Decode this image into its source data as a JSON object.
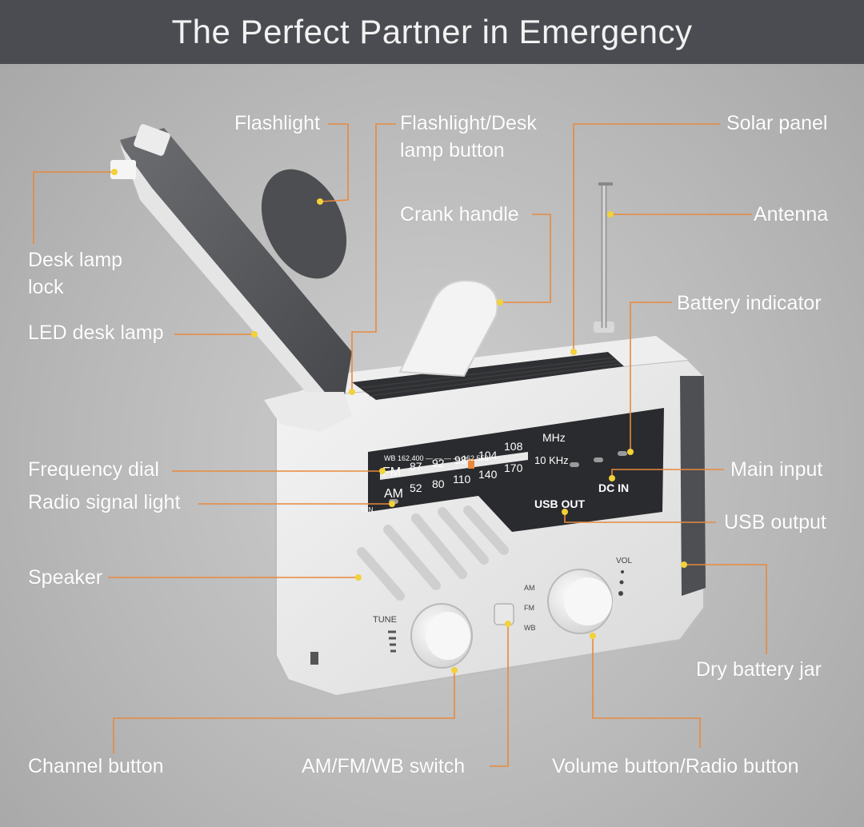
{
  "header": {
    "title": "The Perfect Partner in Emergency"
  },
  "colors": {
    "accent": "#e8893d",
    "dot": "#f2d13a",
    "title_bg": "#4b4c52"
  },
  "callouts": {
    "flashlight": "Flashlight",
    "flashlight_button": "Flashlight/Desk\nlamp button",
    "solar_panel": "Solar panel",
    "antenna": "Antenna",
    "crank_handle": "Crank handle",
    "desk_lamp_lock": "Desk lamp\nlock",
    "led_desk_lamp": "LED desk lamp",
    "battery_indicator": "Battery indicator",
    "frequency_dial": "Frequency dial",
    "radio_signal_light": "Radio signal light",
    "main_input": "Main input",
    "usb_output": "USB output",
    "speaker": "Speaker",
    "dry_battery_jar": "Dry battery jar",
    "channel_button": "Channel button",
    "band_switch": "AM/FM/WB switch",
    "volume_button": "Volume button/Radio button"
  },
  "device": {
    "wb_row": "WB 162.400 — — — — 162.550",
    "mhz": "MHz",
    "fm": "FM",
    "fm_scale": [
      "87",
      "92",
      "98",
      "104",
      "108"
    ],
    "am": "AM",
    "am_scale": [
      "52",
      "80",
      "110",
      "140",
      "170"
    ],
    "khz": "10 KHz",
    "tun": "TUN",
    "usb_out": "USB OUT",
    "dc_in": "DC IN",
    "tune": "TUNE",
    "vol": "VOL",
    "switch_am": "AM",
    "switch_fm": "FM",
    "switch_wb": "WB"
  }
}
